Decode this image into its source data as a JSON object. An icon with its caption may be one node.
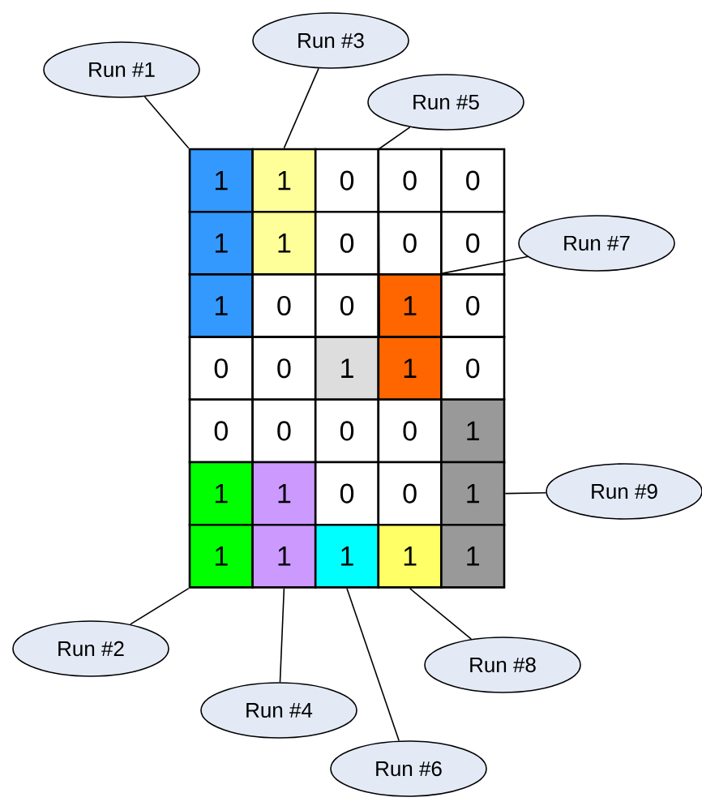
{
  "diagram": {
    "nodes": [
      {
        "text": [
          "Run #1"
        ]
      },
      {
        "text": [
          "Run #2"
        ]
      },
      {
        "text": [
          "Run #3"
        ]
      },
      {
        "text": [
          "Run #4"
        ]
      },
      {
        "text": [
          "Run #5"
        ]
      },
      {
        "text": [
          "Run #6"
        ]
      },
      {
        "text": [
          "Run #7"
        ]
      },
      {
        "text": [
          "Run #8"
        ]
      },
      {
        "text": [
          "Run #9"
        ]
      },
      {
        "text": [
          "1"
        ]
      },
      {
        "text": [
          "1"
        ]
      },
      {
        "text": [
          "0"
        ]
      },
      {
        "text": [
          "0"
        ]
      },
      {
        "text": [
          "0"
        ]
      },
      {
        "text": [
          "1"
        ]
      },
      {
        "text": [
          "1"
        ]
      },
      {
        "text": [
          "0"
        ]
      },
      {
        "text": [
          "0"
        ]
      },
      {
        "text": [
          "0"
        ]
      },
      {
        "text": [
          "1"
        ]
      },
      {
        "text": [
          "0"
        ]
      },
      {
        "text": [
          "0"
        ]
      },
      {
        "text": [
          "1"
        ]
      },
      {
        "text": [
          "0"
        ]
      },
      {
        "text": [
          "0"
        ]
      },
      {
        "text": [
          "0"
        ]
      },
      {
        "text": [
          "1"
        ]
      },
      {
        "text": [
          "1"
        ]
      },
      {
        "text": [
          "0"
        ]
      },
      {
        "text": [
          "0"
        ]
      },
      {
        "text": [
          "0"
        ]
      },
      {
        "text": [
          "0"
        ]
      },
      {
        "text": [
          "0"
        ]
      },
      {
        "text": [
          "1"
        ]
      },
      {
        "text": [
          "1"
        ]
      },
      {
        "text": [
          "1"
        ]
      },
      {
        "text": [
          "0"
        ]
      },
      {
        "text": [
          "0"
        ]
      },
      {
        "text": [
          "1"
        ]
      },
      {
        "text": [
          "1"
        ]
      },
      {
        "text": [
          "1"
        ]
      },
      {
        "text": [
          "1"
        ]
      },
      {
        "text": [
          "1"
        ]
      },
      {
        "text": [
          "1"
        ]
      }
    ],
    "edges": [
      {
        "from": 0,
        "to": 9,
        "arrow": "none"
      },
      {
        "from": 1,
        "to": 39,
        "arrow": "none"
      },
      {
        "from": 2,
        "to": 10,
        "arrow": "none"
      },
      {
        "from": 3,
        "to": 40,
        "arrow": "none"
      },
      {
        "from": 4,
        "to": 26,
        "arrow": "none"
      },
      {
        "from": 5,
        "to": 41,
        "arrow": "none"
      },
      {
        "from": 6,
        "to": 22,
        "arrow": "none"
      },
      {
        "from": 7,
        "to": 42,
        "arrow": "none"
      },
      {
        "from": 8,
        "to": 38,
        "arrow": "none"
      }
    ]
  }
}
